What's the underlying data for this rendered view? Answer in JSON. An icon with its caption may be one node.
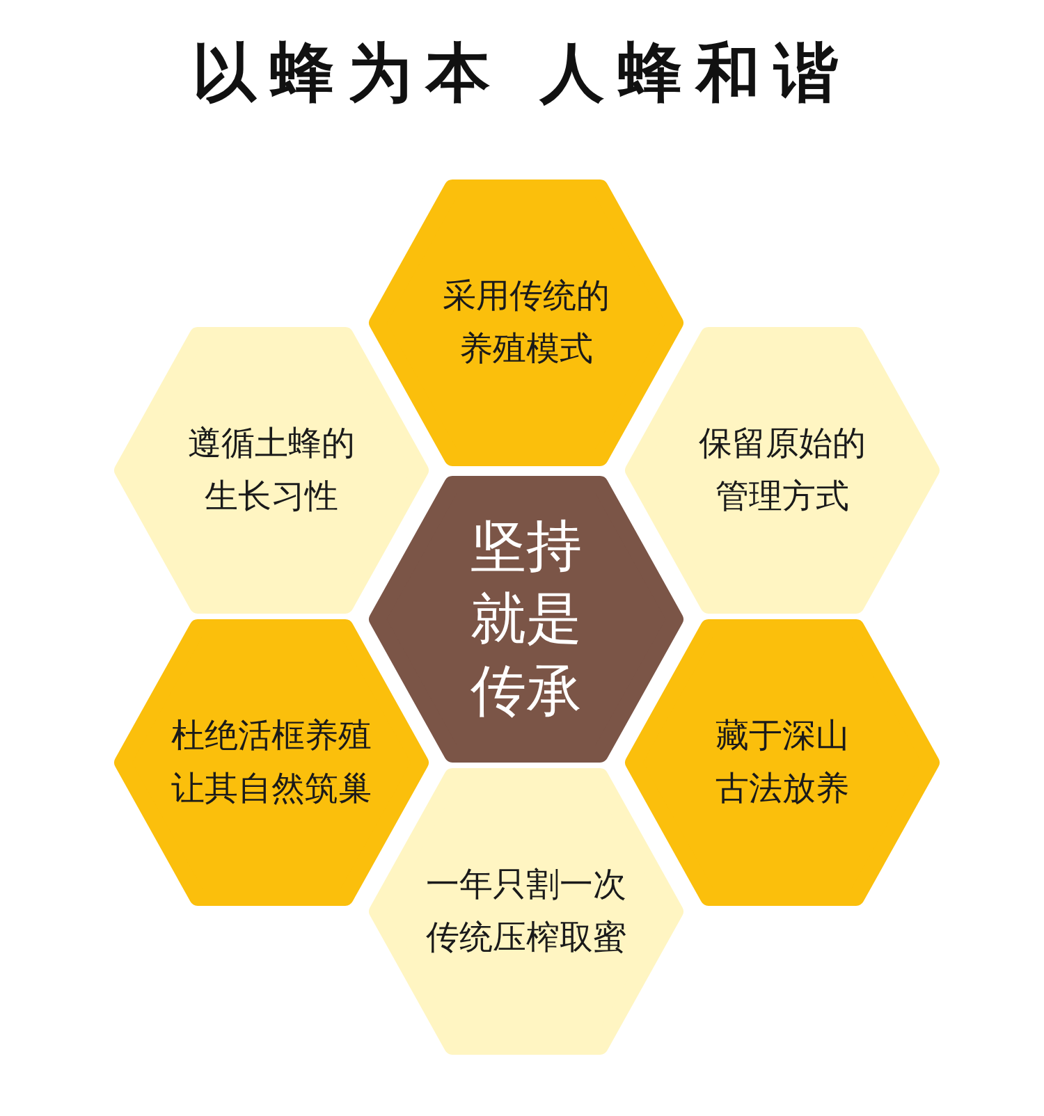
{
  "diagram": {
    "title": "以蜂为本 人蜂和谐",
    "nodes": [
      {
        "text": [
          "采用传统的养殖模式"
        ]
      },
      {
        "text": [
          "遵循土蜂的生长习性"
        ]
      },
      {
        "text": [
          "保留原始的管理方式"
        ]
      },
      {
        "text": [
          "坚持就是传承"
        ]
      },
      {
        "text": [
          "杜绝活框养殖让其自然筑巢"
        ]
      },
      {
        "text": [
          "藏于深山古法放养"
        ]
      },
      {
        "text": [
          "一年只割一次传统压榨取蜜"
        ]
      }
    ],
    "edges": []
  }
}
